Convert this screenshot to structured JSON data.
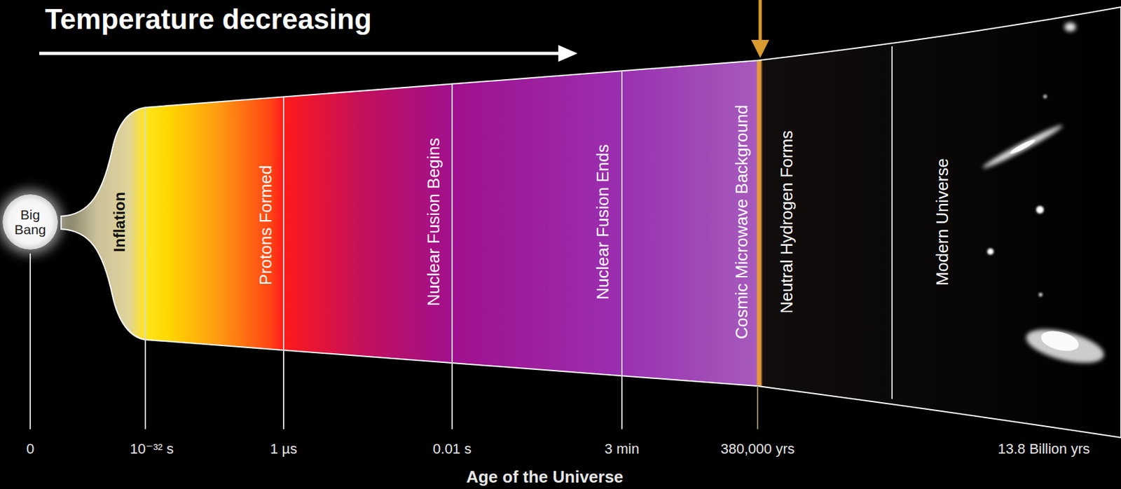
{
  "diagram": {
    "title": "Temperature decreasing",
    "nodes": [
      {
        "text": [
          "Big Bang"
        ]
      }
    ],
    "labels": [
      "Inflation",
      "Protons Formed",
      "Nuclear Fusion Begins",
      "Nuclear Fusion Ends",
      "Cosmic Microwave Background",
      "Neutral Hydrogen Forms",
      "Modern Universe",
      "0",
      "10⁻³² s",
      "1 µs",
      "0.01 s",
      "3 min",
      "380,000 yrs",
      "13.8 Billion yrs",
      "Age of the Universe"
    ]
  }
}
